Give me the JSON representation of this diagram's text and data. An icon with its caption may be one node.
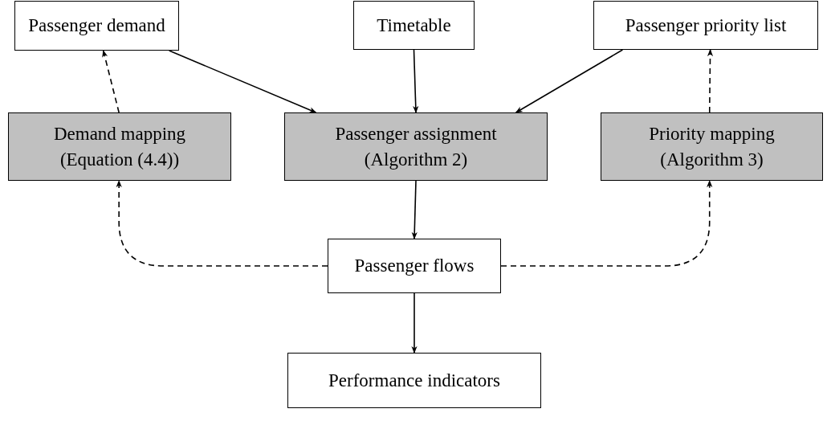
{
  "diagram": {
    "nodes": [
      {
        "text": [
          "Passenger demand"
        ]
      },
      {
        "text": [
          "Timetable"
        ]
      },
      {
        "text": [
          "Passenger priority list"
        ]
      },
      {
        "text": [
          "Demand mapping (Equation (4.4))"
        ]
      },
      {
        "text": [
          "Passenger assignment (Algorithm 2)"
        ]
      },
      {
        "text": [
          "Priority mapping (Algorithm 3)"
        ]
      },
      {
        "text": [
          "Passenger flows"
        ]
      },
      {
        "text": [
          "Performance indicators"
        ]
      }
    ],
    "edges": [
      {
        "from": 0,
        "to": 4,
        "arrow": "to"
      },
      {
        "from": 1,
        "to": 4,
        "arrow": "to"
      },
      {
        "from": 2,
        "to": 4,
        "arrow": "to"
      },
      {
        "from": 3,
        "to": 0,
        "arrow": "to",
        "style": "dashed"
      },
      {
        "from": 5,
        "to": 2,
        "arrow": "to",
        "style": "dashed"
      },
      {
        "from": 4,
        "to": 6,
        "arrow": "to"
      },
      {
        "from": 6,
        "to": 3,
        "arrow": "to",
        "style": "dashed"
      },
      {
        "from": 6,
        "to": 5,
        "arrow": "to",
        "style": "dashed"
      },
      {
        "from": 6,
        "to": 7,
        "arrow": "to"
      }
    ]
  }
}
